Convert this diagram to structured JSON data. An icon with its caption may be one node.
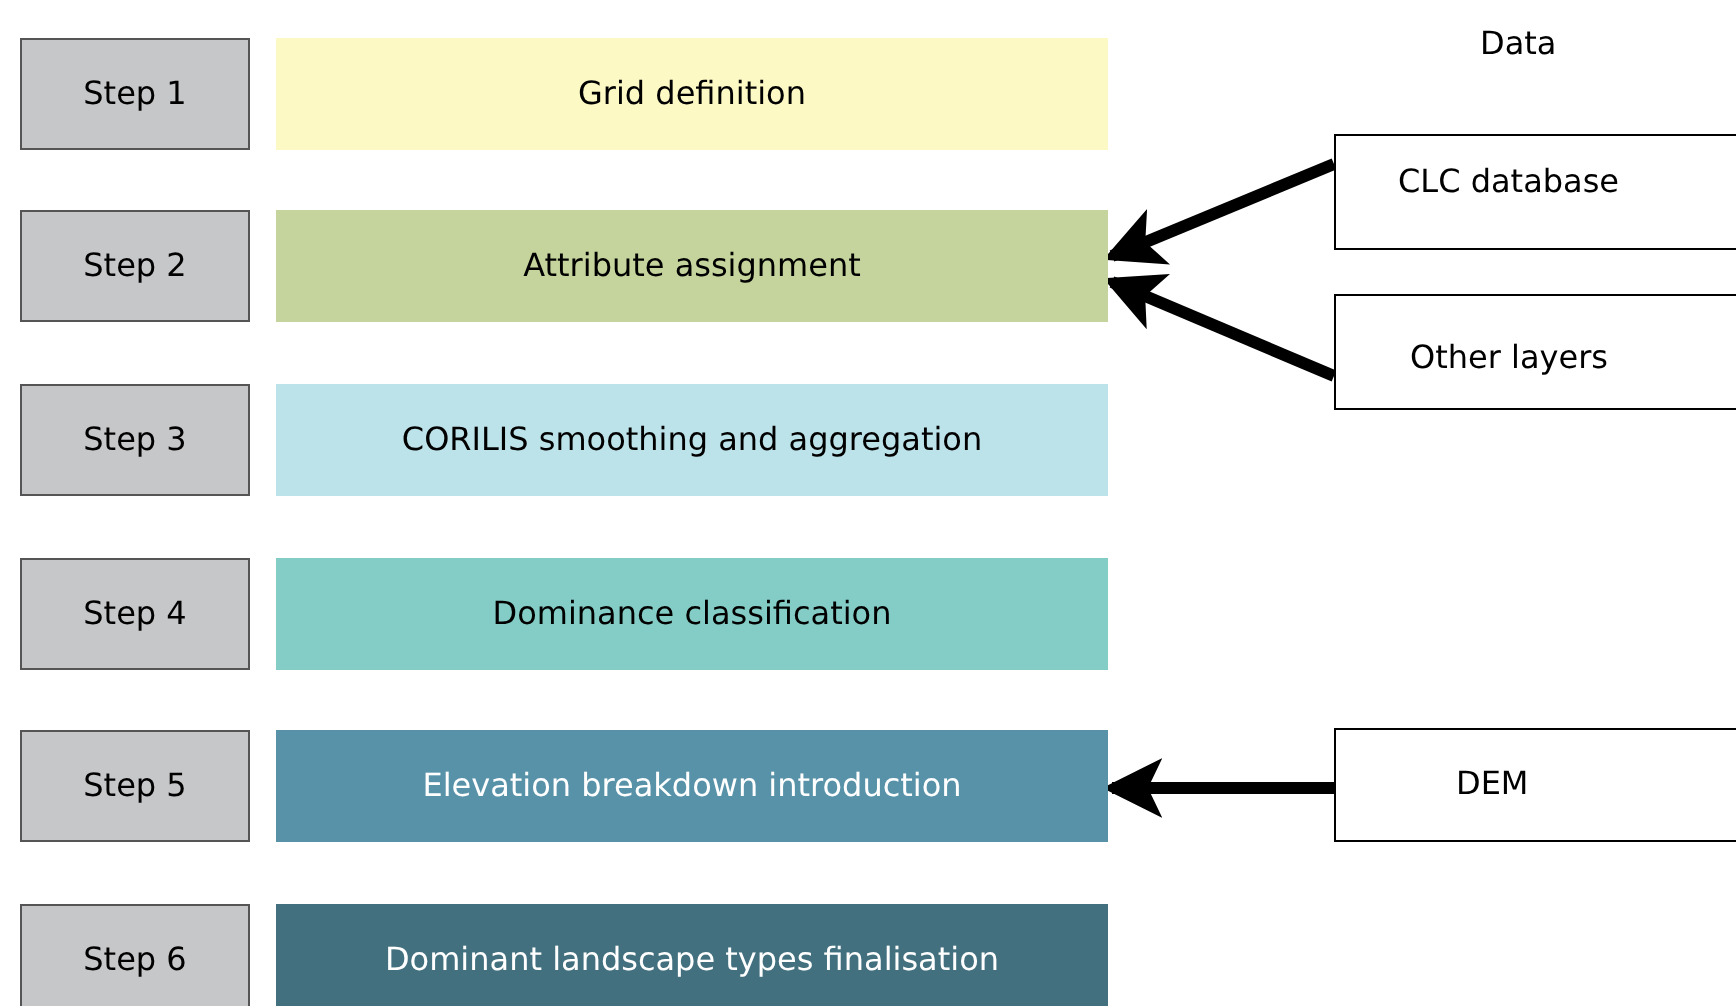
{
  "diagram": {
    "nodes": [
      {
        "text": [
          "Step 1"
        ]
      },
      {
        "text": [
          "Step 2"
        ]
      },
      {
        "text": [
          "Step 3"
        ]
      },
      {
        "text": [
          "Step 4"
        ]
      },
      {
        "text": [
          "Step 5"
        ]
      },
      {
        "text": [
          "Step 6"
        ]
      },
      {
        "text": [
          "Grid definition"
        ]
      },
      {
        "text": [
          "Attribute assignment"
        ]
      },
      {
        "text": [
          "CORILIS smoothing and aggregation"
        ]
      },
      {
        "text": [
          "Dominance classification"
        ]
      },
      {
        "text": [
          "Elevation breakdown introduction"
        ]
      },
      {
        "text": [
          "Dominant landscape types finalisation"
        ]
      },
      {
        "text": [
          "CLC database"
        ]
      },
      {
        "text": [
          "Other layers"
        ]
      },
      {
        "text": [
          "DEM"
        ]
      }
    ],
    "edges": [
      {
        "from": 12,
        "to": 7,
        "arrow": "to"
      },
      {
        "from": 13,
        "to": 7,
        "arrow": "to"
      },
      {
        "from": 14,
        "to": 10,
        "arrow": "to"
      }
    ],
    "labels": [
      "Data"
    ]
  }
}
